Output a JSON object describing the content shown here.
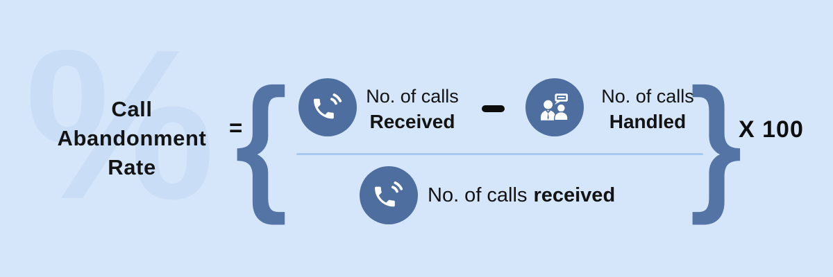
{
  "canvas": {
    "background_color": "#d5e6fa"
  },
  "watermark": {
    "symbol": "%",
    "color": "#c9def6"
  },
  "title": {
    "text": "Call\nAbandonment\nRate",
    "color": "#141414"
  },
  "equation": {
    "equals": "=",
    "open_brace": "{",
    "close_brace": "}",
    "brace_color": "#5474a6",
    "icon_circle_color": "#4d6e9e",
    "icon_glyph_color": "#ffffff",
    "divider_color": "#a7c9ef",
    "numerator": {
      "minuend": {
        "icon": "phone-call-icon",
        "line1": "No. of calls",
        "line2": "Received"
      },
      "operator": "−",
      "subtrahend": {
        "icon": "agents-chat-icon",
        "line1": "No. of calls",
        "line2": "Handled"
      }
    },
    "denominator": {
      "icon": "phone-call-icon",
      "regular": "No. of calls",
      "bold": "received"
    },
    "multiplier": "X 100"
  }
}
